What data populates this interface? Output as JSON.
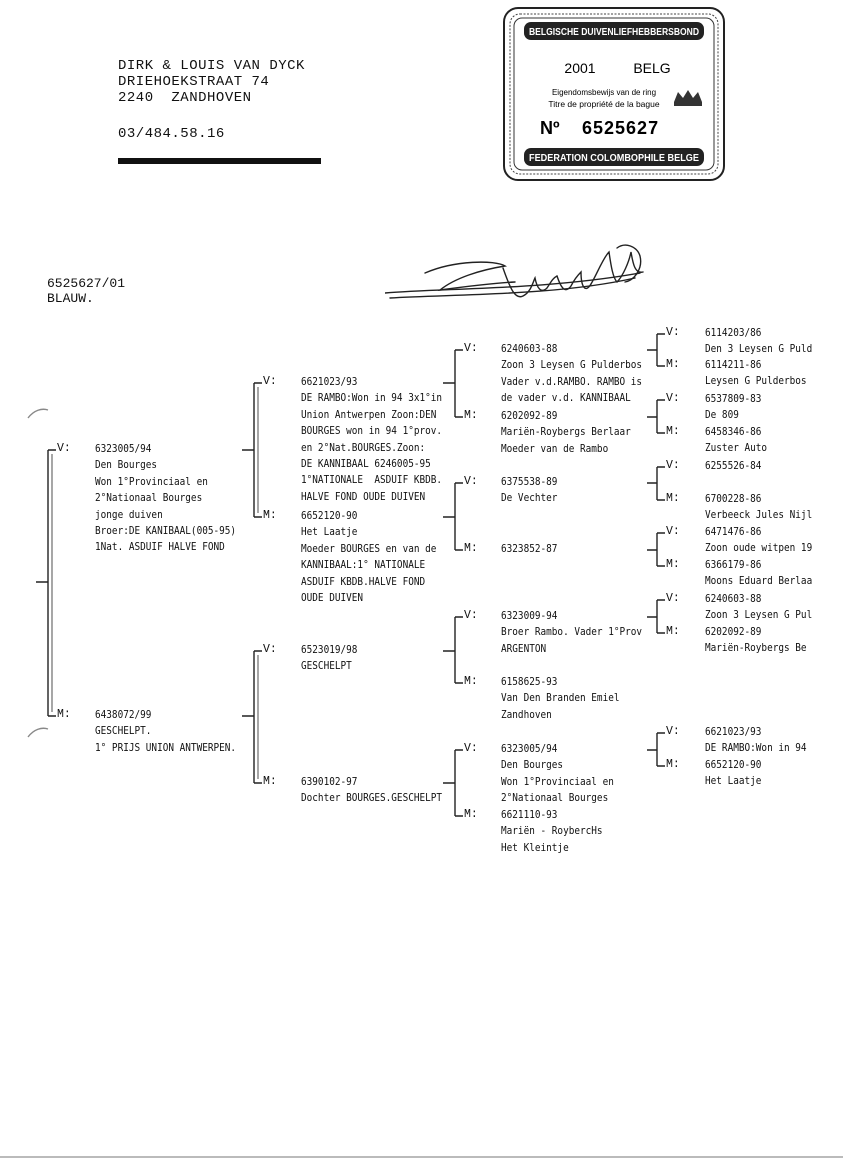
{
  "header": {
    "line1": "DIRK & LOUIS VAN DYCK",
    "line2": "DRIEHOEKSTRAAT 74",
    "line3": "2240  ZANDHOVEN",
    "phone": "03/484.58.16"
  },
  "stamp": {
    "top_banner": "BELGISCHE DUIVENLIEFHEBBERSBOND",
    "year": "2001",
    "country": "BELG",
    "line_nl": "Eigendomsbewijs van de ring",
    "line_fr": "Titre de propriété de la bague",
    "number_prefix": "Nº",
    "number": "6525627",
    "bottom_banner": "FEDERATION COLOMBOPHILE BELGE"
  },
  "pigeon": {
    "ring": "6525627/01",
    "color": "BLAUW."
  },
  "labels": {
    "v": "V:",
    "m": "M:"
  },
  "pedigree": {
    "g1": {
      "v": "6323005/94\nDen Bourges\nWon 1°Provinciaal en\n2°Nationaal Bourges\njonge duiven\nBroer:DE KANIBAAL(005-95)\n1Nat. ASDUIF HALVE FOND",
      "m": "6438072/99\nGESCHELPT.\n1° PRIJS UNION ANTWERPEN."
    },
    "g2": {
      "vv": "6621023/93\nDE RAMBO:Won in 94 3x1°in\nUnion Antwerpen Zoon:DEN\nBOURGES won in 94 1°prov.\nen 2°Nat.BOURGES.Zoon:\nDE KANNIBAAL 6246005-95\n1°NATIONALE  ASDUIF KBDB.\nHALVE FOND OUDE DUIVEN",
      "vm": "6652120-90\nHet Laatje\nMoeder BOURGES en van de\nKANNIBAAL:1° NATIONALE\nASDUIF KBDB.HALVE FOND\nOUDE DUIVEN",
      "mv": "6523019/98\nGESCHELPT",
      "mm": "6390102-97\nDochter BOURGES.GESCHELPT"
    },
    "g3": {
      "vvv": "6240603-88\nZoon 3 Leysen G Pulderbos\nVader v.d.RAMBO. RAMBO is\nde vader v.d. KANNIBAAL",
      "vvm": "6202092-89\nMariën-Roybergs Berlaar\nMoeder van de Rambo",
      "vmv": "6375538-89\nDe Vechter",
      "vmm": "6323852-87",
      "mvv": "6323009-94\nBroer Rambo. Vader 1°Prov\nARGENTON",
      "mvm": "6158625-93\nVan Den Branden Emiel\nZandhoven",
      "mmv": "6323005/94\nDen Bourges\nWon 1°Provinciaal en\n2°Nationaal Bourges",
      "mmm": "6621110-93\nMariën - RoybercHs\nHet Kleintje"
    },
    "g4": {
      "a": "6114203/86\nDen 3 Leysen G Puld",
      "b": "6114211-86\nLeysen G Pulderbos",
      "c": "6537809-83\nDe 809",
      "d": "6458346-86\nZuster Auto",
      "e": "6255526-84",
      "f": "6700228-86\nVerbeeck Jules Nijl",
      "g": "6471476-86\nZoon oude witpen 19",
      "h": "6366179-86\nMoons Eduard Berlaa",
      "i": "6240603-88\nZoon 3 Leysen G Pul",
      "j": "6202092-89\nMariën-Roybergs Be",
      "k": "6621023/93\nDE RAMBO:Won in 94",
      "l": "6652120-90\nHet Laatje"
    }
  }
}
